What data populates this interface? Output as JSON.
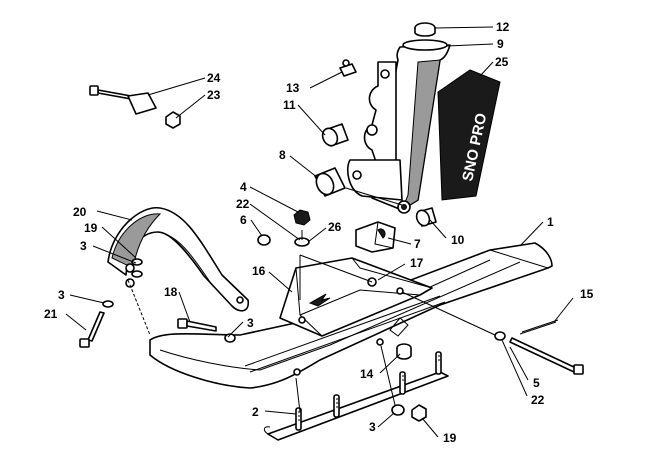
{
  "diagram": {
    "decal_text": "SNO PRO",
    "callouts": [
      {
        "id": "c1",
        "label": "1"
      },
      {
        "id": "c2",
        "label": "2"
      },
      {
        "id": "c3a",
        "label": "3"
      },
      {
        "id": "c3b",
        "label": "3"
      },
      {
        "id": "c3c",
        "label": "3"
      },
      {
        "id": "c3d",
        "label": "3"
      },
      {
        "id": "c4",
        "label": "4"
      },
      {
        "id": "c5",
        "label": "5"
      },
      {
        "id": "c6",
        "label": "6"
      },
      {
        "id": "c7",
        "label": "7"
      },
      {
        "id": "c8",
        "label": "8"
      },
      {
        "id": "c9",
        "label": "9"
      },
      {
        "id": "c10",
        "label": "10"
      },
      {
        "id": "c11",
        "label": "11"
      },
      {
        "id": "c12",
        "label": "12"
      },
      {
        "id": "c13",
        "label": "13"
      },
      {
        "id": "c14",
        "label": "14"
      },
      {
        "id": "c15",
        "label": "15"
      },
      {
        "id": "c16",
        "label": "16"
      },
      {
        "id": "c17",
        "label": "17"
      },
      {
        "id": "c18",
        "label": "18"
      },
      {
        "id": "c19a",
        "label": "19"
      },
      {
        "id": "c19b",
        "label": "19"
      },
      {
        "id": "c20",
        "label": "20"
      },
      {
        "id": "c21",
        "label": "21"
      },
      {
        "id": "c22a",
        "label": "22"
      },
      {
        "id": "c22b",
        "label": "22"
      },
      {
        "id": "c23",
        "label": "23"
      },
      {
        "id": "c24",
        "label": "24"
      },
      {
        "id": "c25",
        "label": "25"
      },
      {
        "id": "c26",
        "label": "26"
      }
    ]
  }
}
